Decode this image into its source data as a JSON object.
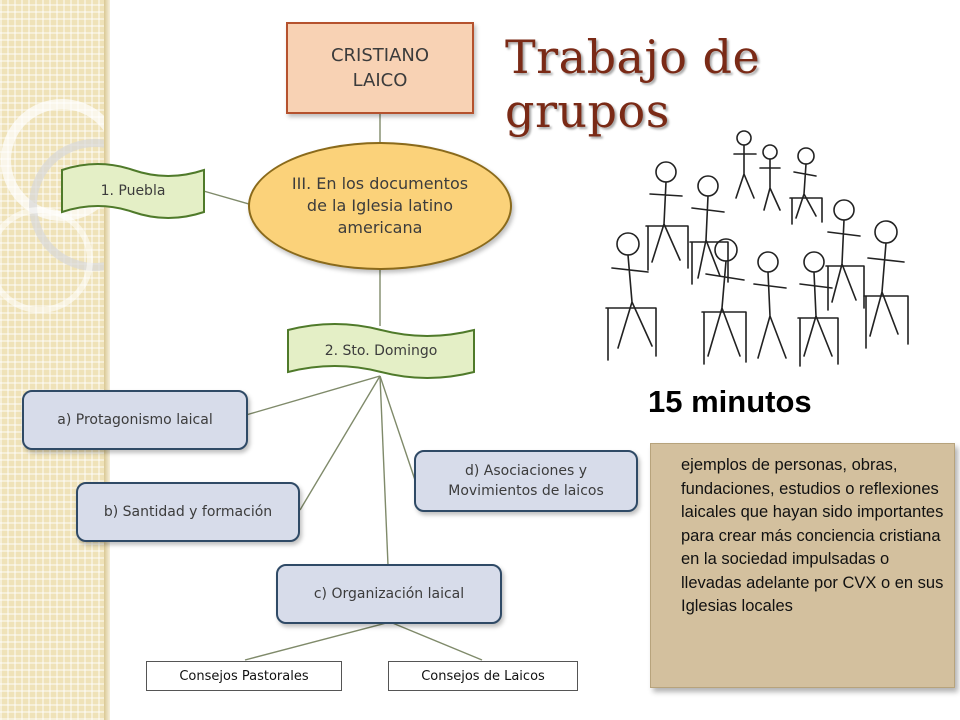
{
  "slide": {
    "title": "Trabajo de grupos",
    "minutes_label": "15 minutos",
    "task_text": "ejemplos de personas, obras, fundaciones, estudios o reflexiones laicales que hayan sido importantes para crear más conciencia cristiana en la sociedad impulsadas o llevadas adelante por CVX o en sus Iglesias locales"
  },
  "diagram": {
    "root": {
      "line1": "CRISTIANO",
      "line2": "LAICO"
    },
    "center": "III. En los documentos de la Iglesia latino americana",
    "puebla": "1. Puebla",
    "santo_domingo": "2. Sto. Domingo",
    "items": [
      {
        "label": "a) Protagonismo laical"
      },
      {
        "label": "b) Santidad y formación"
      },
      {
        "label": "c) Organización laical"
      },
      {
        "label": "d) Asociaciones y Movimientos de laicos"
      }
    ],
    "councils": [
      {
        "label": "Consejos Pastorales"
      },
      {
        "label": "Consejos de Laicos"
      }
    ]
  },
  "colors": {
    "title": "#7a2a16",
    "root_fill": "#f8d2b4",
    "root_border": "#b5522e",
    "oval_fill": "#fbd27a",
    "banner_fill": "#e4efc6",
    "banner_border": "#4f7a2a",
    "item_fill": "#d7dcea",
    "item_border": "#2f4a66",
    "task_fill": "#d3c09e"
  },
  "illustration": {
    "icon": "group-discussion-illustration"
  }
}
